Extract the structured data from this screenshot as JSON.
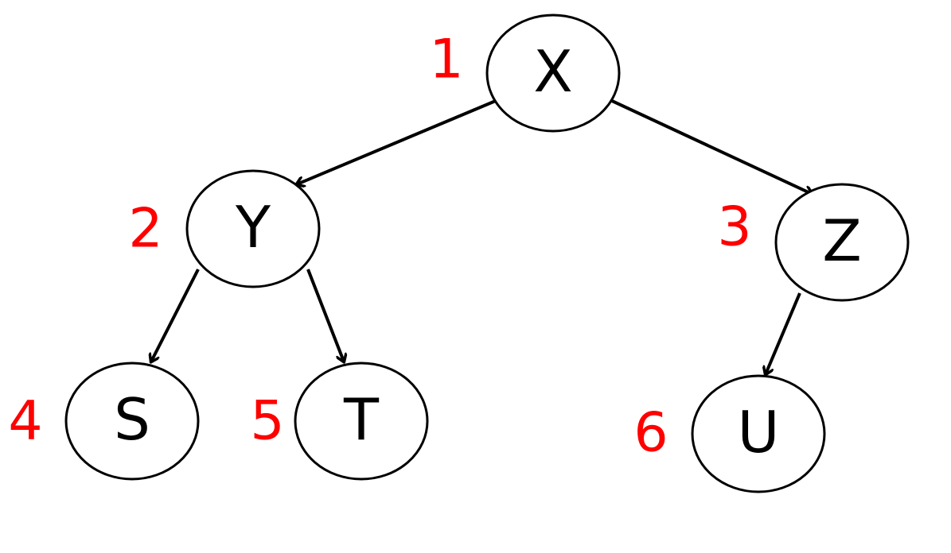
{
  "colors": {
    "node_stroke": "#000000",
    "node_label": "#000000",
    "order_number": "#ff0000",
    "edge": "#000000"
  },
  "nodes": [
    {
      "id": "X",
      "label": "X",
      "order": "1"
    },
    {
      "id": "Y",
      "label": "Y",
      "order": "2"
    },
    {
      "id": "Z",
      "label": "Z",
      "order": "3"
    },
    {
      "id": "S",
      "label": "S",
      "order": "4"
    },
    {
      "id": "T",
      "label": "T",
      "order": "5"
    },
    {
      "id": "U",
      "label": "U",
      "order": "6"
    }
  ],
  "edges": [
    {
      "from": "X",
      "to": "Y"
    },
    {
      "from": "X",
      "to": "Z"
    },
    {
      "from": "Y",
      "to": "S"
    },
    {
      "from": "Y",
      "to": "T"
    },
    {
      "from": "Z",
      "to": "U"
    }
  ]
}
